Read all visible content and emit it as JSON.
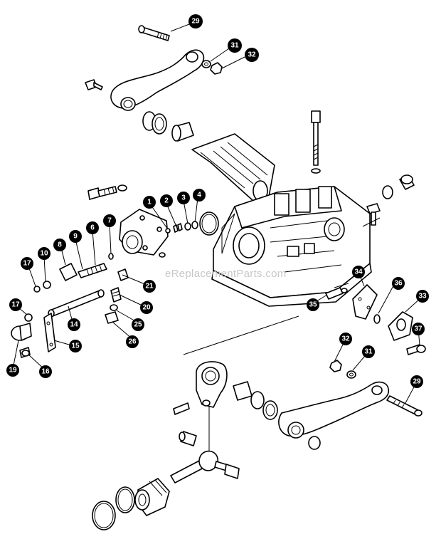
{
  "watermark": "eReplacementParts.com",
  "callouts": [
    {
      "id": "c29-top",
      "label": "29"
    },
    {
      "id": "c31-top",
      "label": "31"
    },
    {
      "id": "c32-top",
      "label": "32"
    },
    {
      "id": "c1",
      "label": "1"
    },
    {
      "id": "c2",
      "label": "2"
    },
    {
      "id": "c3",
      "label": "3"
    },
    {
      "id": "c4",
      "label": "4"
    },
    {
      "id": "c7",
      "label": "7"
    },
    {
      "id": "c6",
      "label": "6"
    },
    {
      "id": "c9",
      "label": "9"
    },
    {
      "id": "c8",
      "label": "8"
    },
    {
      "id": "c10",
      "label": "10"
    },
    {
      "id": "c17a",
      "label": "17"
    },
    {
      "id": "c17b",
      "label": "17"
    },
    {
      "id": "c14",
      "label": "14"
    },
    {
      "id": "c15",
      "label": "15"
    },
    {
      "id": "c19",
      "label": "19"
    },
    {
      "id": "c16",
      "label": "16"
    },
    {
      "id": "c21",
      "label": "21"
    },
    {
      "id": "c20",
      "label": "20"
    },
    {
      "id": "c25",
      "label": "25"
    },
    {
      "id": "c26",
      "label": "26"
    },
    {
      "id": "c34",
      "label": "34"
    },
    {
      "id": "c36",
      "label": "36"
    },
    {
      "id": "c33",
      "label": "33"
    },
    {
      "id": "c35",
      "label": "35"
    },
    {
      "id": "c37",
      "label": "37"
    },
    {
      "id": "c32-bot",
      "label": "32"
    },
    {
      "id": "c31-bot",
      "label": "31"
    },
    {
      "id": "c29-bot",
      "label": "29"
    }
  ]
}
